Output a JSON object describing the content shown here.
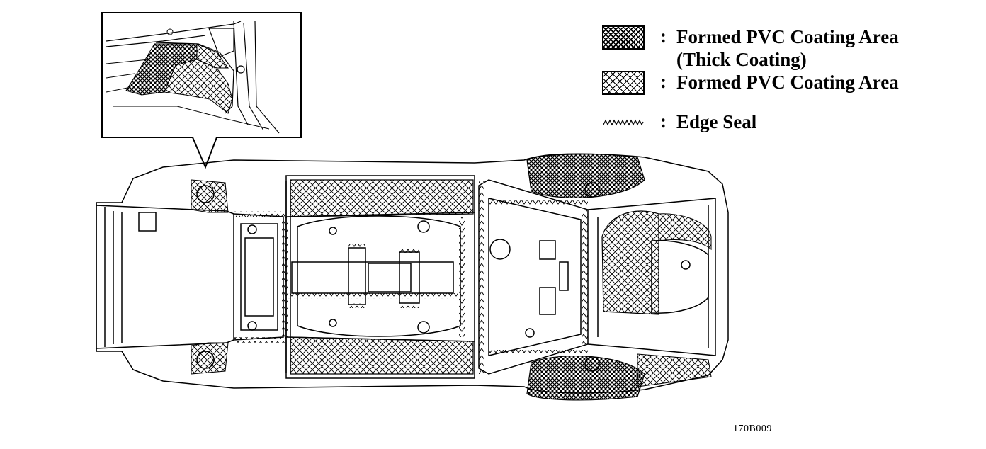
{
  "legend": {
    "items": [
      {
        "key": "thick",
        "colon": ":",
        "line1": "Formed PVC Coating Area",
        "line2": "(Thick Coating)",
        "pattern": "dense-crosshatch"
      },
      {
        "key": "normal",
        "colon": ":",
        "line1": "Formed PVC Coating Area",
        "pattern": "open-crosshatch"
      },
      {
        "key": "edge",
        "colon": ":",
        "line1": "Edge Seal",
        "pattern": "zigzag"
      }
    ]
  },
  "figure_id": "170B009",
  "colors": {
    "ink": "#000000",
    "paper": "#ffffff"
  }
}
